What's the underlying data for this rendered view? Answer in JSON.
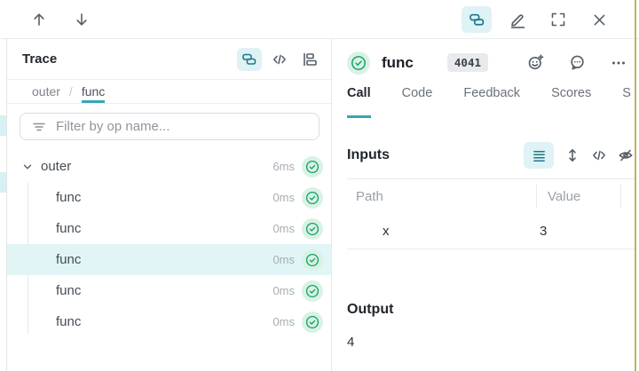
{
  "topbar": {
    "icons": [
      "arrow-up-icon",
      "arrow-down-icon",
      "trace-tree-icon",
      "edit-icon",
      "fullscreen-icon",
      "close-icon"
    ]
  },
  "left_panel": {
    "title": "Trace",
    "header_icons": [
      "trace-tree-icon",
      "code-icon",
      "flame-graph-icon"
    ],
    "breadcrumb": {
      "items": [
        "outer",
        "func"
      ],
      "separator": "/"
    },
    "filter": {
      "placeholder": "Filter by op name...",
      "icon": "filter-icon"
    },
    "tree": {
      "rows": [
        {
          "label": "outer",
          "duration": "6ms",
          "level": 0,
          "expanded": true,
          "selected": false,
          "status": "success"
        },
        {
          "label": "func",
          "duration": "0ms",
          "level": 1,
          "selected": false,
          "status": "success"
        },
        {
          "label": "func",
          "duration": "0ms",
          "level": 1,
          "selected": false,
          "status": "success"
        },
        {
          "label": "func",
          "duration": "0ms",
          "level": 1,
          "selected": true,
          "status": "success"
        },
        {
          "label": "func",
          "duration": "0ms",
          "level": 1,
          "selected": false,
          "status": "success"
        },
        {
          "label": "func",
          "duration": "0ms",
          "level": 1,
          "selected": false,
          "status": "success"
        }
      ]
    }
  },
  "right_panel": {
    "status": "success",
    "title": "func",
    "badge": "4041",
    "action_icons": [
      "add-reaction-icon",
      "comment-icon",
      "more-options-icon"
    ],
    "tabs": [
      {
        "label": "Call",
        "active": true
      },
      {
        "label": "Code",
        "active": false
      },
      {
        "label": "Feedback",
        "active": false
      },
      {
        "label": "Scores",
        "active": false
      },
      {
        "label": "S",
        "active": false
      }
    ],
    "inputs": {
      "title": "Inputs",
      "toolbar_icons": [
        "list-view-icon",
        "expand-vertical-icon",
        "code-view-icon",
        "hide-icon"
      ],
      "table": {
        "headers": [
          "Path",
          "Value"
        ],
        "rows": [
          [
            "x",
            "3"
          ]
        ]
      }
    },
    "output": {
      "title": "Output",
      "value": "4"
    }
  },
  "colors": {
    "accent_teal": "#38a5b5",
    "icon_teal": "#1c7a8c",
    "active_bg": "#dff2f5",
    "selected_row_bg": "#e1f5f6",
    "success_green": "#0f9f67",
    "success_bg": "#d9f2e3",
    "badge_bg": "#e8eaec",
    "muted_text": "#9aa1a9",
    "edge_highlight": "#c5ae63"
  }
}
